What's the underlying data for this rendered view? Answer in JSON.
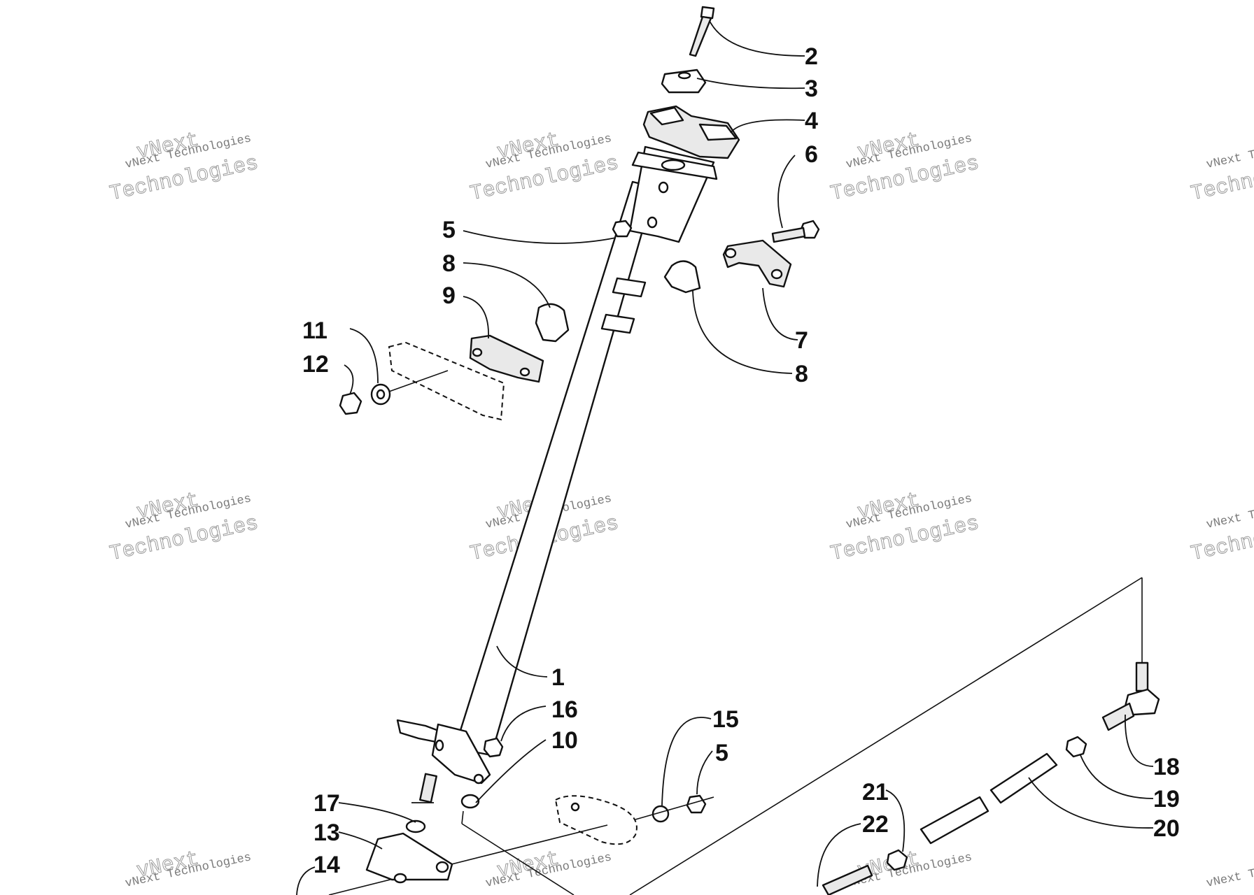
{
  "watermark": {
    "line1": "vNext Technologies",
    "line2": "Technologies",
    "line3": "vNext"
  },
  "callouts": [
    {
      "id": "c2",
      "label": "2"
    },
    {
      "id": "c3",
      "label": "3"
    },
    {
      "id": "c4",
      "label": "4"
    },
    {
      "id": "c6",
      "label": "6"
    },
    {
      "id": "c5a",
      "label": "5"
    },
    {
      "id": "c8a",
      "label": "8"
    },
    {
      "id": "c9",
      "label": "9"
    },
    {
      "id": "c11",
      "label": "11"
    },
    {
      "id": "c12",
      "label": "12"
    },
    {
      "id": "c7",
      "label": "7"
    },
    {
      "id": "c8b",
      "label": "8"
    },
    {
      "id": "c1",
      "label": "1"
    },
    {
      "id": "c16",
      "label": "16"
    },
    {
      "id": "c10",
      "label": "10"
    },
    {
      "id": "c15",
      "label": "15"
    },
    {
      "id": "c5b",
      "label": "5"
    },
    {
      "id": "c17",
      "label": "17"
    },
    {
      "id": "c13",
      "label": "13"
    },
    {
      "id": "c14",
      "label": "14"
    },
    {
      "id": "c18",
      "label": "18"
    },
    {
      "id": "c19",
      "label": "19"
    },
    {
      "id": "c20",
      "label": "20"
    },
    {
      "id": "c21",
      "label": "21"
    },
    {
      "id": "c22",
      "label": "22"
    }
  ]
}
